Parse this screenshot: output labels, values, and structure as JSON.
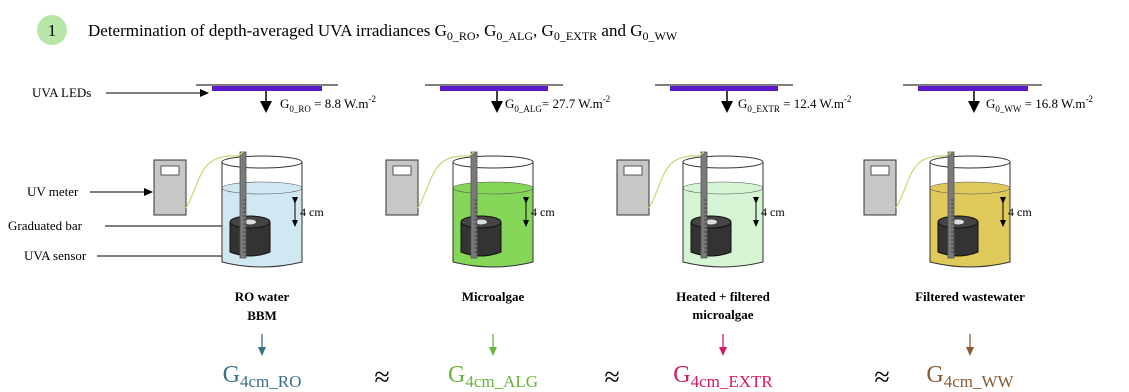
{
  "step": {
    "number": "1",
    "title_prefix": "Determination of depth-averaged  UVA irradiances ",
    "title_terms": [
      {
        "G": "G",
        "sub": "0_RO",
        "sep": ", "
      },
      {
        "G": "G",
        "sub": "0_ALG",
        "sep": ", "
      },
      {
        "G": "G",
        "sub": "0_EXTR",
        "sep": " and "
      },
      {
        "G": "G",
        "sub": "0_WW",
        "sep": ""
      }
    ],
    "badge_color": "#b8e6a8"
  },
  "side_labels": {
    "uva_leds": "UVA LEDs",
    "uv_meter": "UV meter",
    "graduated_bar": "Graduated bar",
    "uva_sensor": "UVA sensor"
  },
  "setups": [
    {
      "id": "ro",
      "irradiance": {
        "G": "G",
        "sub": "0_RO",
        "value": " = 8.8 W.m",
        "sup": "-2"
      },
      "depth_label": "4 cm",
      "name_lines": [
        "RO water",
        "BBM"
      ],
      "liquid_color": "#cfe8f2",
      "result": {
        "G": "G",
        "sub": "4cm_RO",
        "color": "#3a6f86"
      }
    },
    {
      "id": "alg",
      "irradiance": {
        "G": "G",
        "sub": "0_ALG",
        "value": "= 27.7 W.m",
        "sup": "-2"
      },
      "depth_label": "4 cm",
      "name_lines": [
        "Microalgae"
      ],
      "liquid_color": "#86d65a",
      "result": {
        "G": "G",
        "sub": "4cm_ALG",
        "color": "#6ab33c"
      }
    },
    {
      "id": "extr",
      "irradiance": {
        "G": "G",
        "sub": "0_EXTR",
        "value": " = 12.4 W.m",
        "sup": "-2"
      },
      "depth_label": "4 cm",
      "name_lines": [
        "Heated  + filtered",
        "microalgae"
      ],
      "liquid_color": "#d6f3d4",
      "result": {
        "G": "G",
        "sub": "4cm_EXTR",
        "color": "#d6186a"
      }
    },
    {
      "id": "ww",
      "irradiance": {
        "G": "G",
        "sub": "0_WW",
        "value": " = 16.8 W.m",
        "sup": "-2"
      },
      "depth_label": "4 cm",
      "name_lines": [
        "Filtered wastewater"
      ],
      "liquid_color": "#dec95a",
      "result": {
        "G": "G",
        "sub": "4cm_WW",
        "color": "#8a5a33"
      }
    }
  ],
  "approx_symbol": "≈",
  "led_color": "#5b19c7"
}
